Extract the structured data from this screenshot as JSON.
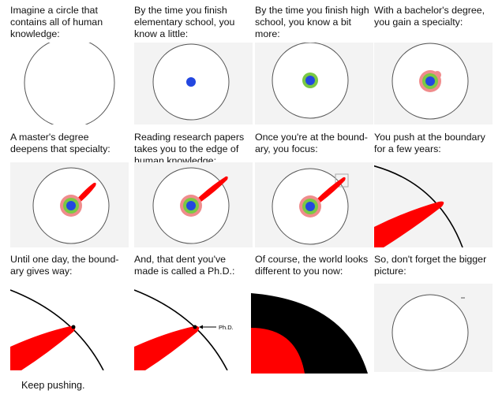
{
  "panels": [
    {
      "caption": "Imagine a circle that contains all of human knowledge:"
    },
    {
      "caption": "By the time you finish elementary school, you know a little:"
    },
    {
      "caption": "By the time you finish high school, you know a bit more:"
    },
    {
      "caption": "With a bachelor's degree, you gain a specialty:"
    },
    {
      "caption": "A master's degree deepens that specialty:"
    },
    {
      "caption": "Reading research papers takes you to the edge of human knowledge:"
    },
    {
      "caption": "Once you're at the bound-ary, you focus:"
    },
    {
      "caption": "You push at the boundary for a few years:"
    },
    {
      "caption": "Until one day, the bound-ary gives way:"
    },
    {
      "caption": "And, that dent you've made is called a Ph.D.:",
      "label": "Ph.D."
    },
    {
      "caption": "Of course, the world looks different to you now:"
    },
    {
      "caption": "So, don't forget the bigger picture:"
    }
  ],
  "footer": "Keep pushing.",
  "colors": {
    "circle_outline": "#555555",
    "elementary": "#2347e0",
    "high_school": "#7ac943",
    "bachelor": "#f08c8c",
    "specialty": "#ff0000",
    "panel_bg": "#f3f3f3"
  }
}
